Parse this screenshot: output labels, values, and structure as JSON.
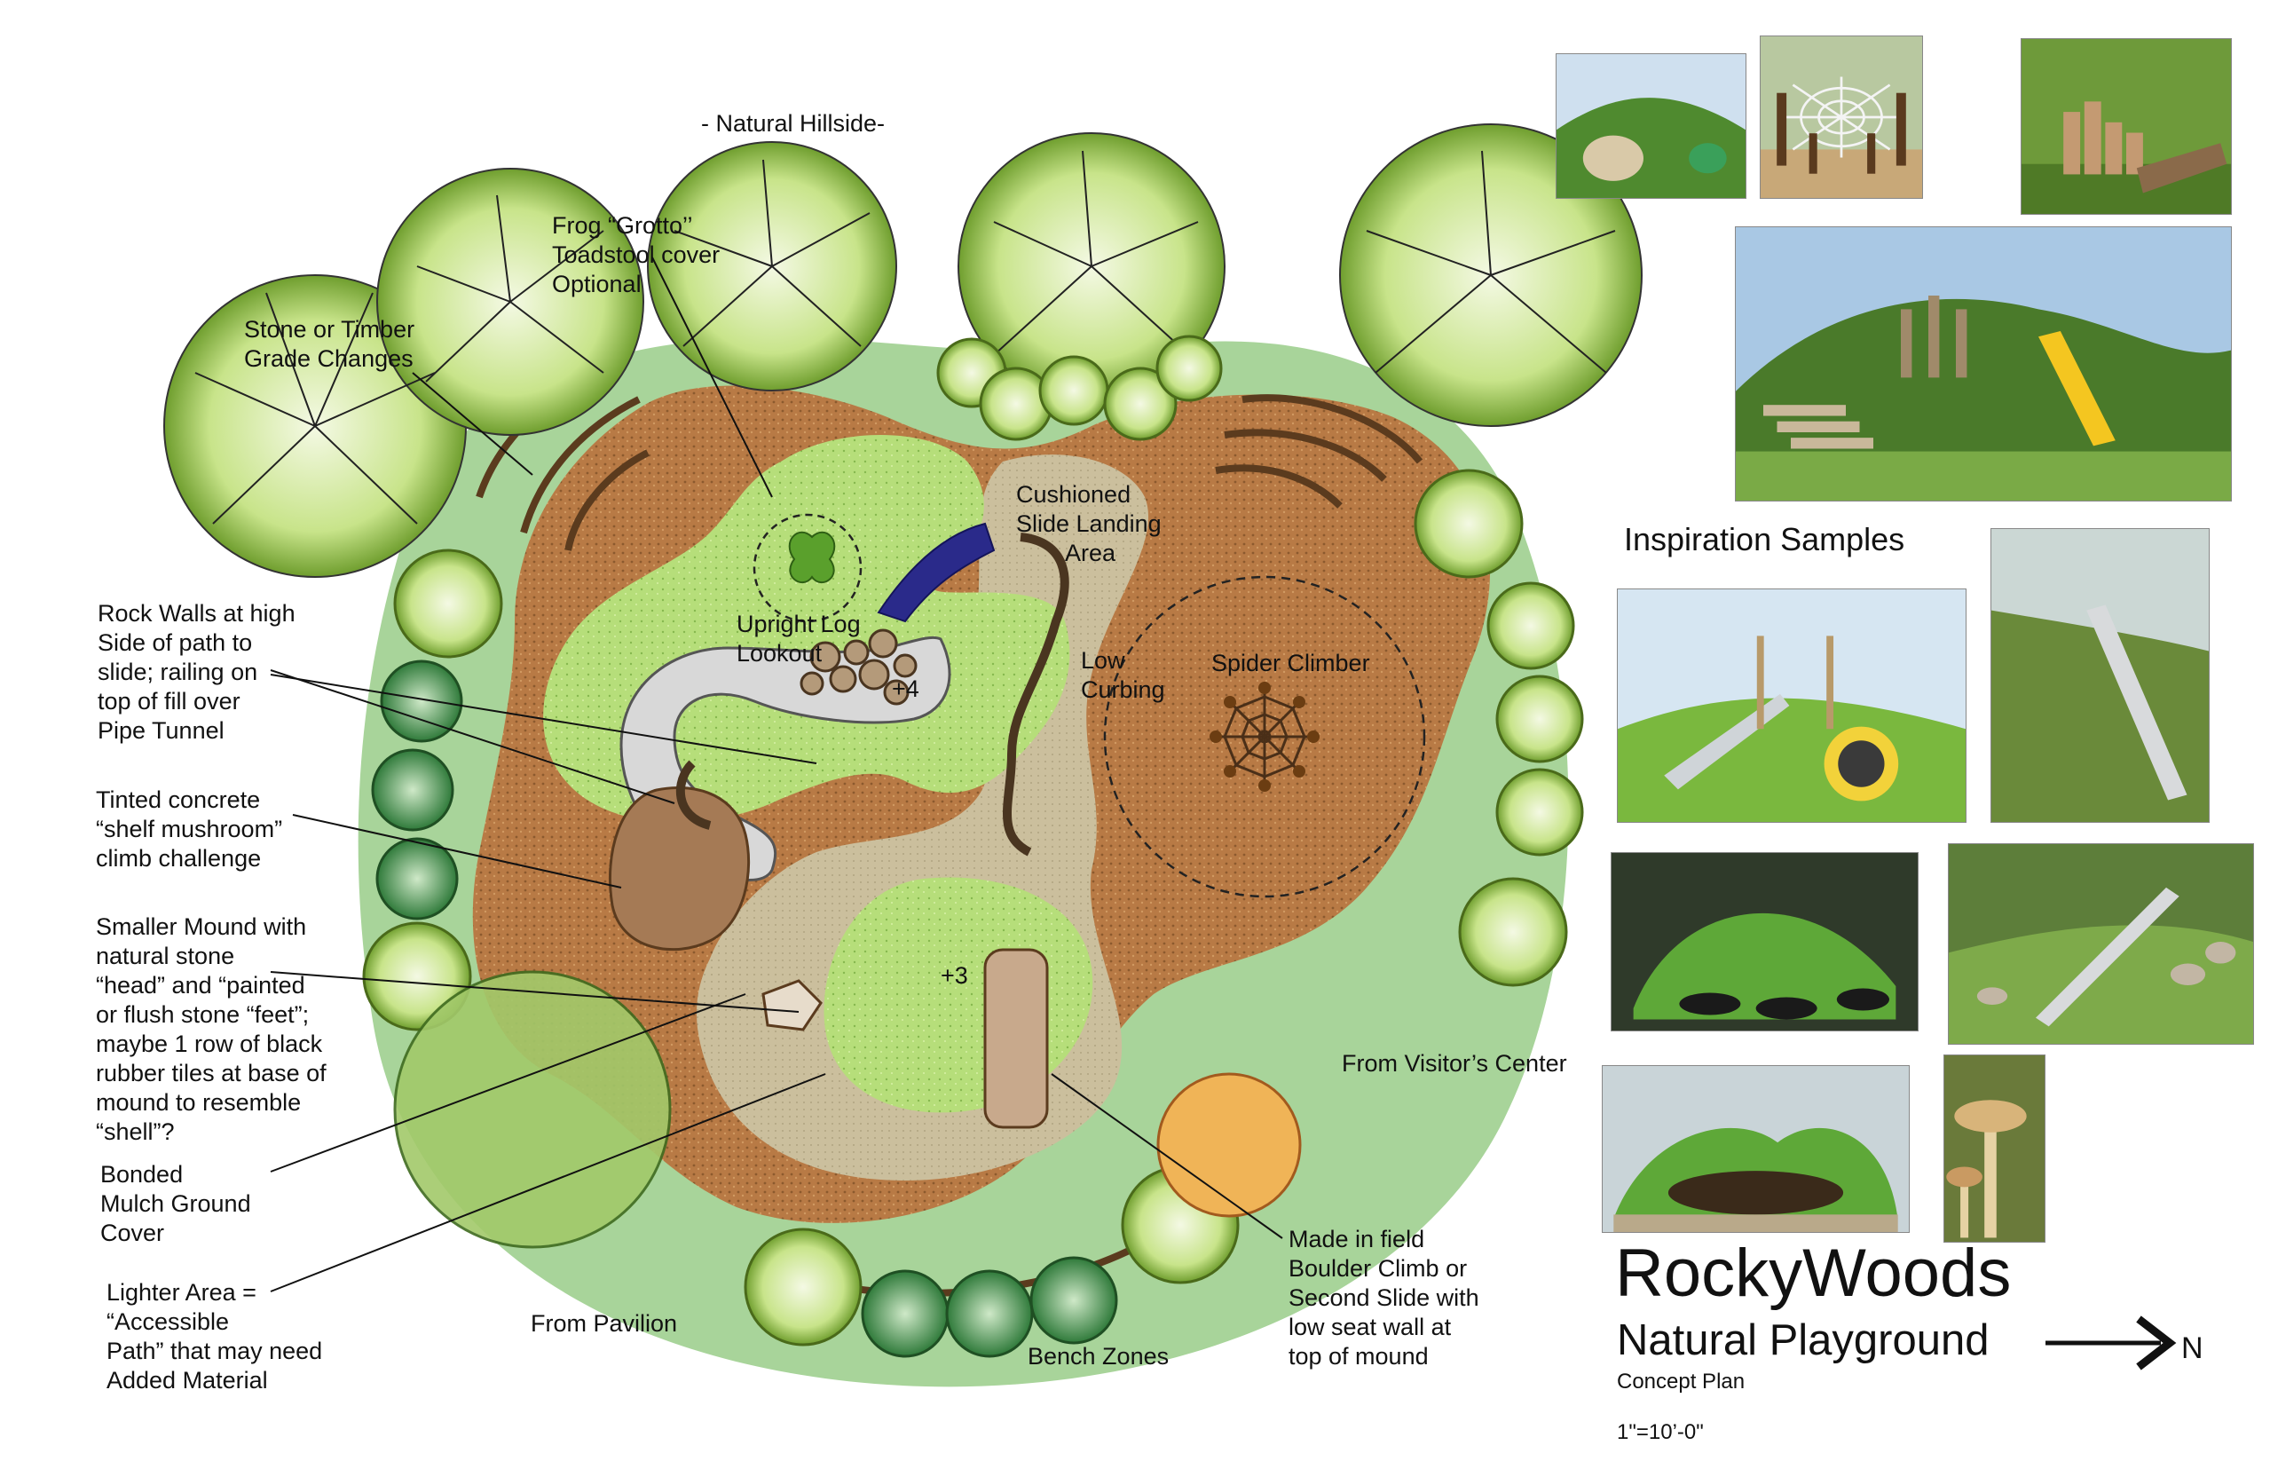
{
  "labels": {
    "natural_hillside": "- Natural Hillside-",
    "frog_grotto": [
      "Frog “Grotto’’",
      "Toadstool cover",
      "Optional"
    ],
    "stone_timber": [
      "Stone or Timber",
      "Grade Changes"
    ],
    "rock_walls": [
      "Rock Walls at high",
      "Side of path to",
      "slide; railing on",
      "top of fill over",
      "Pipe Tunnel"
    ],
    "tinted_concrete": [
      "Tinted concrete",
      "“shelf mushroom”",
      "climb challenge"
    ],
    "smaller_mound": [
      "Smaller Mound with",
      "natural stone",
      "“head” and “painted",
      "or flush stone “feet”;",
      "maybe 1 row of black",
      "rubber tiles at base of",
      "mound to resemble",
      "“shell”?"
    ],
    "bonded_mulch": [
      "Bonded",
      "Mulch Ground",
      "Cover"
    ],
    "lighter_area": [
      "Lighter Area =",
      "“Accessible",
      "Path” that may need",
      "Added Material"
    ],
    "from_pavilion": "From Pavilion",
    "bench_zones": "Bench Zones",
    "made_in_field": [
      "Made in field",
      "Boulder Climb or",
      "Second Slide with",
      "low seat wall at",
      "top of mound"
    ],
    "from_visitors": "From Visitor’s Center",
    "cushioned_slide": [
      "Cushioned",
      "Slide Landing",
      "Area"
    ],
    "upright_log": [
      "Upright Log",
      "Lookout"
    ],
    "low_curbing": [
      "Low",
      "Curbing"
    ],
    "spider_climber": "Spider Climber",
    "elev_plus4": "+4",
    "elev_plus3": "+3"
  },
  "inspiration": {
    "title": "Inspiration Samples"
  },
  "title_block": {
    "name": "RockyWoods",
    "subtitle": "Natural Playground",
    "plan_type": "Concept Plan",
    "scale": "1\"=10’-0\"",
    "north": "N"
  },
  "colors": {
    "lawn": "#a8d49a",
    "mulch": "#b87a45",
    "path": "#cbbf9d",
    "mound": "#b6de7a",
    "tree_green": "#8cc44a",
    "slide_blue": "#2a2a8a",
    "rim": "#5a3a1a"
  }
}
